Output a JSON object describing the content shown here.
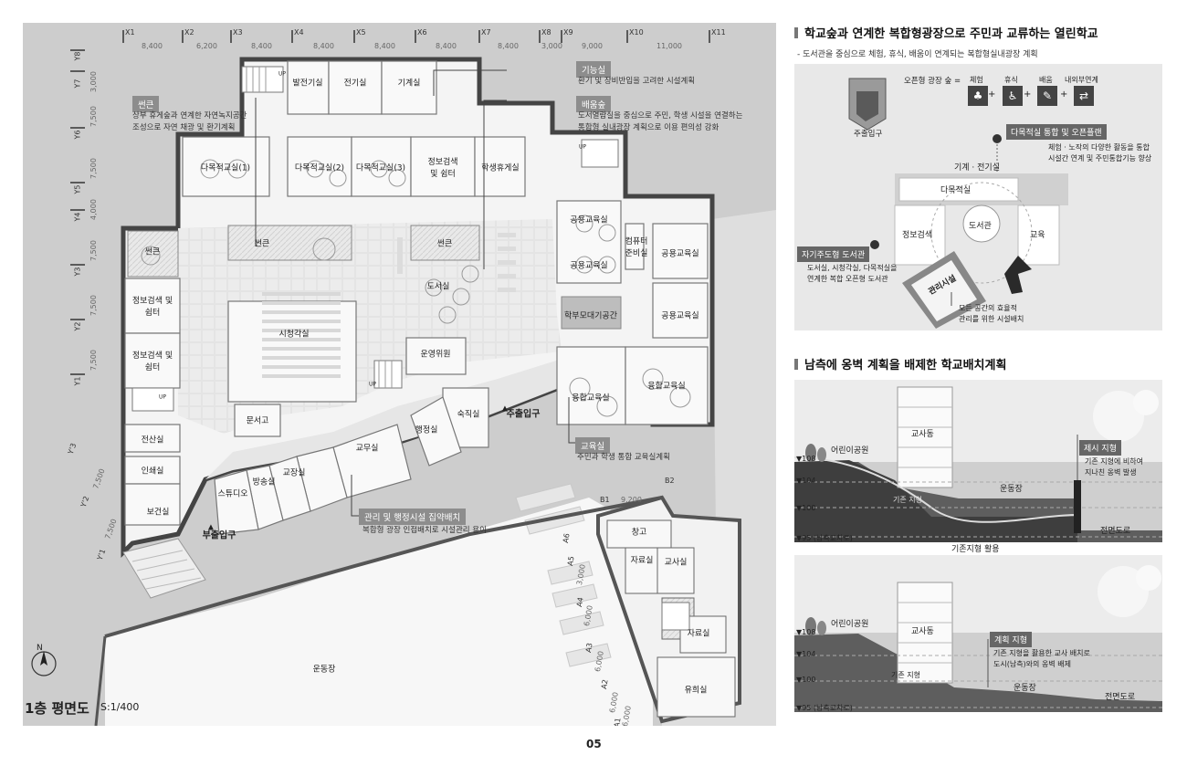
{
  "page_number": "05",
  "plan": {
    "title": "1층 평면도",
    "scale": "S:1/400",
    "north": "N",
    "grid_top": [
      "X1",
      "X2",
      "X3",
      "X4",
      "X5",
      "X6",
      "X7",
      "X8",
      "X9",
      "X10",
      "X11"
    ],
    "dims_top": [
      "8,400",
      "6,200",
      "8,400",
      "8,400",
      "8,400",
      "8,400",
      "8,400",
      "3,000",
      "9,000",
      "11,000"
    ],
    "grid_left": [
      "Y8",
      "Y7",
      "Y6",
      "Y5",
      "Y4",
      "Y3",
      "Y2",
      "Y1",
      "Y'3",
      "Y'2",
      "Y'1"
    ],
    "dims_left": [
      "3,000",
      "7,500",
      "7,500",
      "4,000",
      "7,500",
      "7,500",
      "7,500",
      "7,500",
      "7,500"
    ],
    "grid_annex": [
      "B1",
      "B2",
      "A6",
      "A5",
      "A4",
      "A3",
      "A2",
      "A1"
    ],
    "dims_annex": [
      "9,200",
      "3,000",
      "6,000",
      "6,000",
      "6,000",
      "6,000"
    ],
    "rooms": {
      "generator": "발전기실",
      "electric": "전기실",
      "machine": "기계실",
      "multi1": "다목적교실(1)",
      "multi2": "다목적교실(2)",
      "multi3": "다목적교실(3)",
      "info_shelter_top": "정보검색\n및 쉼터",
      "student_lounge": "학생휴게실",
      "sunken_left": "썬큰",
      "sunken_center": "썬큰",
      "sunken_right": "썬큰",
      "info_shelter_1": "정보검색 및\n쉼터",
      "info_shelter_2": "정보검색 및\n쉼터",
      "library": "도서실",
      "av_room": "시청각실",
      "steering": "운영위원",
      "archive": "문서고",
      "shared1": "공용교육실",
      "shared2": "공용교육실",
      "computer": "컴퓨터\n준비실",
      "shared3": "공용교육실",
      "shared4": "공용교육실",
      "parents": "학부모대기공간",
      "converge1": "융합교육실",
      "converge2": "융합교육실",
      "duty": "숙직실",
      "admin": "행정실",
      "staffroom": "교무실",
      "principal": "교장실",
      "broadcast": "방송실",
      "studio": "스튜디오",
      "elec_room": "전산실",
      "print_room": "인쇄실",
      "health": "보건실",
      "storage": "창고",
      "materials1": "자료실",
      "teacher": "교사실",
      "materials2": "자료실",
      "playroom": "유희실",
      "playground": "운동장"
    },
    "entrance_main": "주출입구",
    "entrance_sub": "부출입구",
    "up1": "UP",
    "up2": "UP",
    "up3": "UP",
    "up4": "UP",
    "callouts": {
      "function": {
        "tag": "기능실",
        "text": "환기 및 장비반입을 고려한 시설계획"
      },
      "sunken": {
        "tag": "썬큰",
        "text": "상부 휴게숲과 연계한 자연녹지공간\n조성으로 자연 채광 및 환기계획"
      },
      "learning_forest": {
        "tag": "배움숲",
        "text": "도서열람실을 중심으로 주민, 학생 시설을 연결하는\n통합형 실내광장 계획으로 이용 편의성 강화"
      },
      "education": {
        "tag": "교육실",
        "text": "주민과 학생 통합 교육실계획"
      },
      "admin": {
        "tag": "관리 및 행정시설 집약배치",
        "text": "복합형 광장 인접배치로 시설관리 용이"
      }
    }
  },
  "section1": {
    "title": "학교숲과 연계한 복합형광장으로 주민과 교류하는 열린학교",
    "subtitle": "- 도서관을 중심으로 체험, 휴식, 배움이 연계되는 복합형실내광장 계획",
    "legend_lhs": "오픈형 광장 숲 =",
    "legend_items": [
      "체험",
      "휴식",
      "배움",
      "내외부연계"
    ],
    "entrance": "주출입구",
    "blocks": {
      "mech_elec": "기계 · 전기실",
      "multi": "다목적실",
      "info": "정보검색",
      "library": "도서관",
      "edu": "교육",
      "mgmt": "관리시설"
    },
    "tag_integration": "다목적실 통합 및 오픈플랜",
    "note_integration": "체험 · 노작의 다양한 활동을 통합\n시설간 연계 및 주민통합기능 향상",
    "tag_selfstudy": "자기주도형 도서관",
    "note_selfstudy": "도서실, 시청각실, 다목적실을\n연계한 복합 오픈형 도서관",
    "note_efficiency": "모든 공간의 효율적\n관리를 위한 시설배치"
  },
  "section2": {
    "title": "남측에 옹벽 계획을 배제한 학교배치계획",
    "existing": {
      "park": "어린이공원",
      "school": "교사동",
      "field": "운동장",
      "road": "전면도로",
      "terrain": "기존 지형",
      "tag": "제시 지형",
      "note": "기존 지형에 비하여\n지나친 옹벽 발생",
      "levels": [
        "▼108",
        "▼104",
        "▼100",
        "▼95 (남측교차로)"
      ]
    },
    "arrow_label": "기존지형 활용",
    "planned": {
      "park": "어린이공원",
      "school": "교사동",
      "field": "운동장",
      "road": "전면도로",
      "terrain": "기존 지형",
      "tag": "계획 지형",
      "note": "기존 지형을 활용한 교사 배치로\n도시(남측)와의 옹벽 배제",
      "levels": [
        "▼108",
        "▼104",
        "▼100",
        "▼95 (남측교차로)"
      ]
    }
  }
}
